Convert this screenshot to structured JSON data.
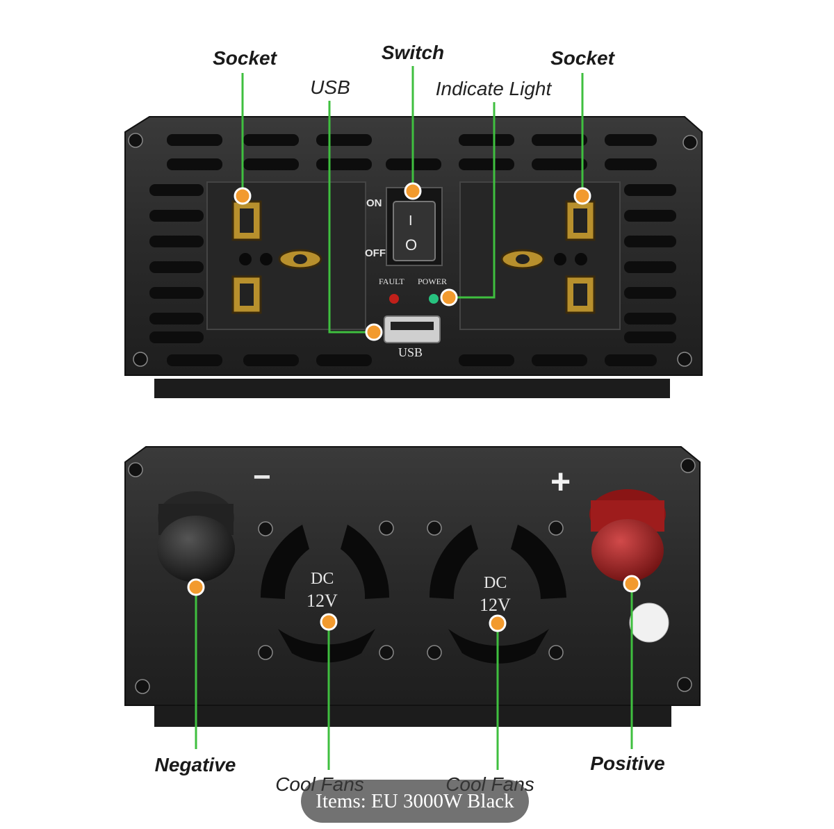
{
  "callouts": {
    "top": {
      "socket_left": "Socket",
      "usb": "USB",
      "switch": "Switch",
      "indicate_light": "Indicate Light",
      "socket_right": "Socket"
    },
    "bottom": {
      "negative": "Negative",
      "cool_fans_left": "Cool Fans",
      "cool_fans_right": "Cool Fans",
      "positive": "Positive"
    }
  },
  "front_panel": {
    "switch_on": "ON",
    "switch_off": "OFF",
    "switch_on_symbol": "I",
    "switch_off_symbol": "O",
    "fault_label": "FAULT",
    "power_label": "POWER",
    "usb_label": "USB"
  },
  "rear_panel": {
    "minus": "−",
    "plus": "+",
    "fan_left_text1": "DC",
    "fan_left_text2": "12V",
    "fan_right_text1": "DC",
    "fan_right_text2": "12V"
  },
  "caption": "Items: EU 3000W Black",
  "colors": {
    "callout_line": "#3fbf3f",
    "callout_dot": "#f29a2e",
    "housing": "#2b2b2b",
    "positive_terminal": "#a11d1d",
    "negative_terminal": "#1a1a1a"
  }
}
